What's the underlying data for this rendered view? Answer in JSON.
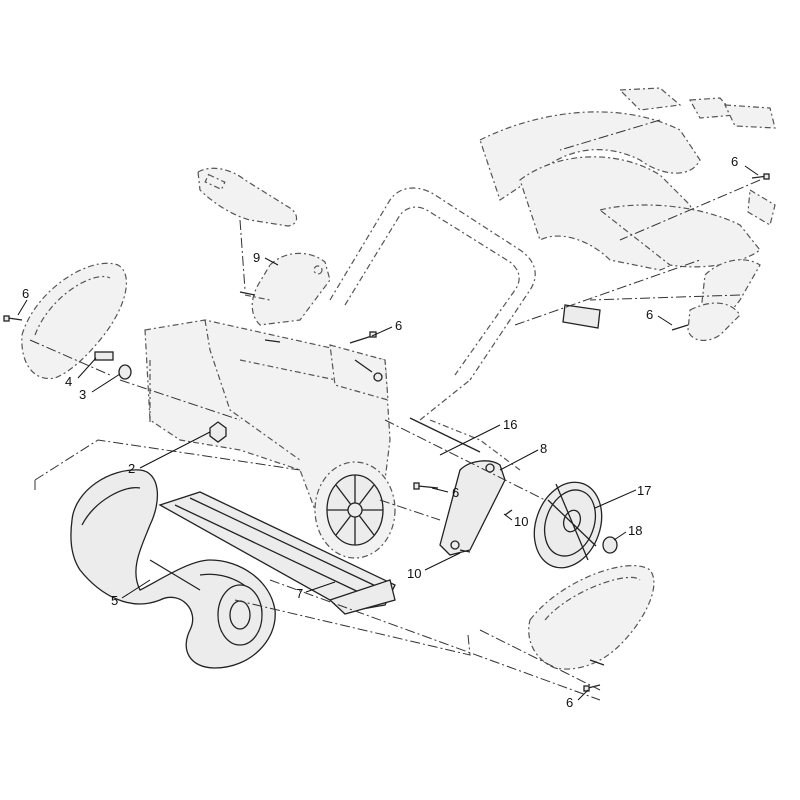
{
  "callouts": {
    "c6_upper_right": "6",
    "c9": "9",
    "c6_left": "6",
    "c6_mid": "6",
    "c6_right_lower": "6",
    "c4": "4",
    "c3": "3",
    "c16": "16",
    "c8": "8",
    "c2": "2",
    "c6_bracket": "6",
    "c17": "17",
    "c10_right": "10",
    "c18": "18",
    "c10_left": "10",
    "c5": "5",
    "c7": "7",
    "c6_bottom": "6"
  }
}
